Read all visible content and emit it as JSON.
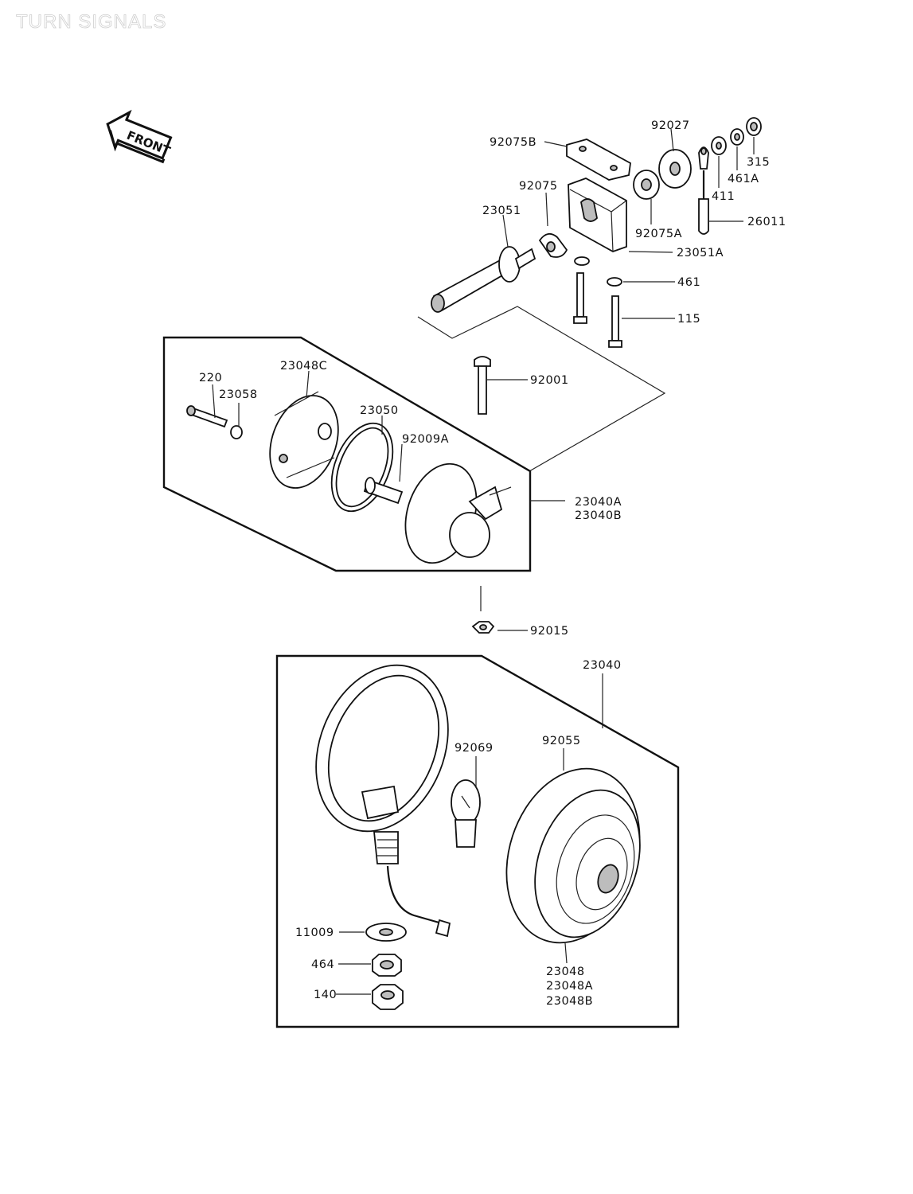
{
  "page_title": "TURN SIGNALS",
  "front_label": "FRONT",
  "labels": {
    "p92075B": "92075B",
    "p92027": "92027",
    "p315": "315",
    "p461A": "461A",
    "p411": "411",
    "p92075": "92075",
    "p23051": "23051",
    "p26011": "26011",
    "p92075A": "92075A",
    "p23051A": "23051A",
    "p461": "461",
    "p115": "115",
    "p220": "220",
    "p23048C": "23048C",
    "p23058": "23058",
    "p23050": "23050",
    "p92009A": "92009A",
    "p92001": "92001",
    "p23040A": "23040A",
    "p23040B": "23040B",
    "p92015": "92015",
    "p23040": "23040",
    "p92069": "92069",
    "p92055": "92055",
    "p11009": "11009",
    "p464": "464",
    "p140": "140",
    "p23048": "23048",
    "p23048A": "23048A",
    "p23048B": "23048B"
  }
}
